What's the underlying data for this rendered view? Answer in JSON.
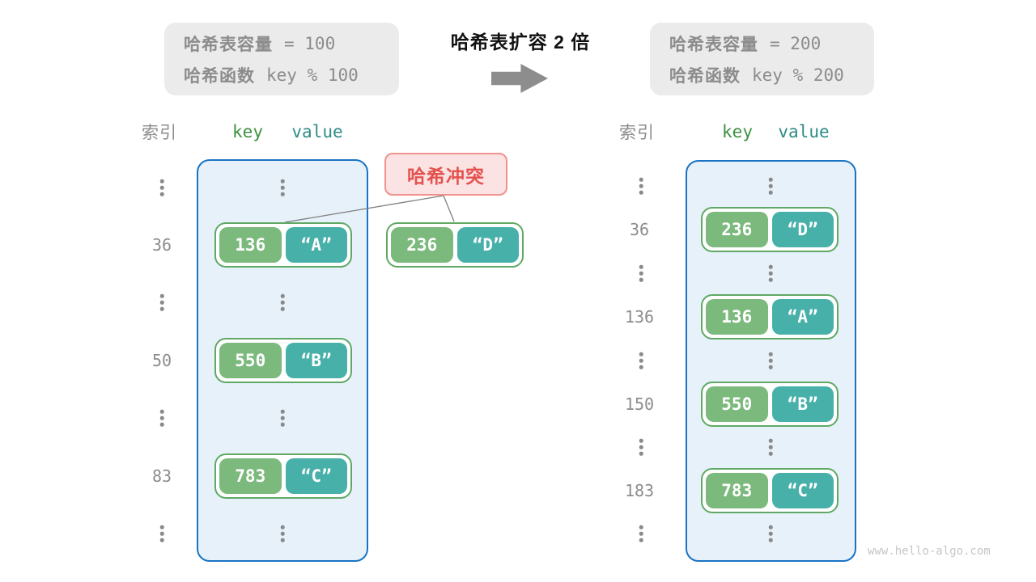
{
  "watermark": "www.hello-algo.com",
  "colors": {
    "container_border": "#1a73c4",
    "container_fill": "#e6f1fa",
    "key_green": "#7cb97d",
    "value_teal": "#47b0a9",
    "pair_border": "#60a965",
    "collision_text": "#e4514e",
    "collision_fill": "#fbe3e3",
    "collision_border": "#f2928d",
    "note_fill": "#ebebeb",
    "gray_text": "#8c8c8c"
  },
  "left": {
    "note": {
      "line1_label": "哈希表容量",
      "line1_value": "= 100",
      "line2_label": "哈希函数",
      "line2_value": "key % 100"
    },
    "header": {
      "index": "索引",
      "key": "key",
      "value": "value"
    },
    "rows": [
      {
        "index": "36",
        "key": "136",
        "value": "“A”"
      },
      {
        "index": "50",
        "key": "550",
        "value": "“B”"
      },
      {
        "index": "83",
        "key": "783",
        "value": "“C”"
      }
    ]
  },
  "center": {
    "title": "哈希表扩容 2 倍",
    "arrow_icon": "right-block-arrow",
    "collision": {
      "label": "哈希冲突",
      "pair": {
        "key": "236",
        "value": "“D”"
      }
    }
  },
  "right": {
    "note": {
      "line1_label": "哈希表容量",
      "line1_value": "= 200",
      "line2_label": "哈希函数",
      "line2_value": "key % 200"
    },
    "header": {
      "index": "索引",
      "key": "key",
      "value": "value"
    },
    "rows": [
      {
        "index": "36",
        "key": "236",
        "value": "“D”"
      },
      {
        "index": "136",
        "key": "136",
        "value": "“A”"
      },
      {
        "index": "150",
        "key": "550",
        "value": "“B”"
      },
      {
        "index": "183",
        "key": "783",
        "value": "“C”"
      }
    ]
  }
}
